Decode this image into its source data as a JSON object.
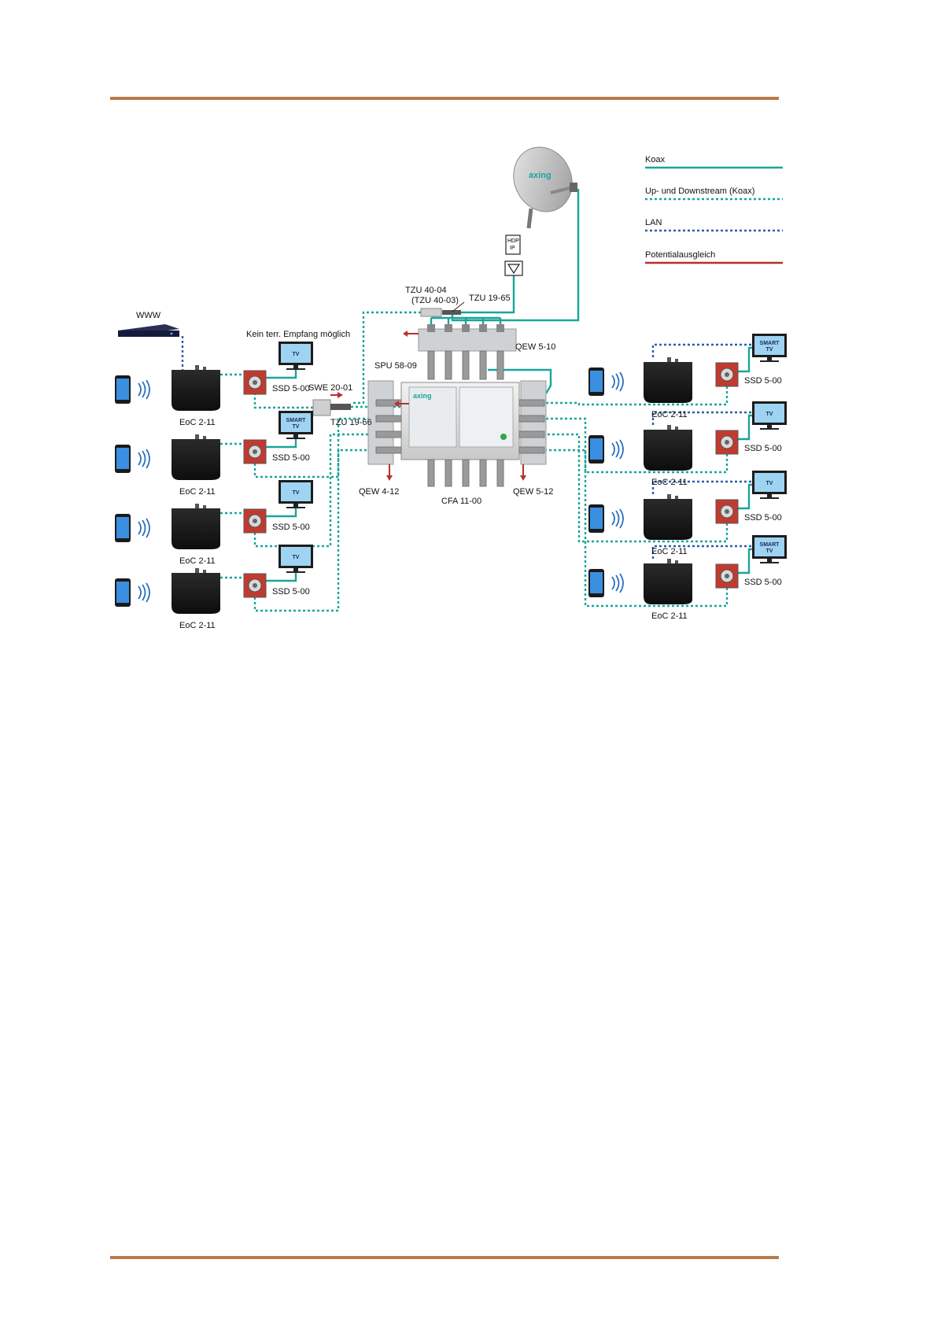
{
  "legend": [
    {
      "label": "Koax",
      "color": "#1aa59a",
      "style": "solid"
    },
    {
      "label": "Up- und Downstream (Koax)",
      "color": "#1aa59a",
      "style": "dotted"
    },
    {
      "label": "LAN",
      "color": "#2b5fa8",
      "style": "dotted"
    },
    {
      "label": "Potentialausgleich",
      "color": "#b5312b",
      "style": "solid"
    }
  ],
  "colors": {
    "koax": "#1aa59a",
    "lan": "#2b5fa8",
    "potential": "#b5312b",
    "rule": "#b97a4a"
  },
  "labels": {
    "www": "WWW",
    "kein_terr": "Kein terr. Empfang möglich",
    "tzu_40_04": "TZU 40-04",
    "tzu_40_03": "(TZU 40-03)",
    "tzu_19_65": "TZU 19-65",
    "qew_5_10": "QEW 5-10",
    "spu": "SPU 58-09",
    "swe": "SWE 20-01",
    "tzu_19_66": "TZU 19-66",
    "qew_4_12": "QEW 4-12",
    "qew_5_12": "QEW 5-12",
    "cfa": "CFA 11-00",
    "hdp_top": "HDP",
    "hdp_bottom": "IP",
    "dish_brand": "axing",
    "ms_brand": "axing"
  },
  "left_units": [
    {
      "eoc": "EoC 2-11",
      "ssd": "SSD 5-00",
      "tv": "TV"
    },
    {
      "eoc": "EoC 2-11",
      "ssd": "SSD 5-00",
      "tv": "SMART TV"
    },
    {
      "eoc": "EoC 2-11",
      "ssd": "SSD 5-00",
      "tv": "TV"
    },
    {
      "eoc": "EoC 2-11",
      "ssd": "SSD 5-00",
      "tv": "TV"
    }
  ],
  "right_units": [
    {
      "eoc": "EoC 2-11",
      "ssd": "SSD 5-00",
      "tv": "SMART TV"
    },
    {
      "eoc": "EoC 2-11",
      "ssd": "SSD 5-00",
      "tv": "TV"
    },
    {
      "eoc": "EoC 2-11",
      "ssd": "SSD 5-00",
      "tv": "TV"
    },
    {
      "eoc": "EoC 2-11",
      "ssd": "SSD 5-00",
      "tv": "SMART TV"
    }
  ]
}
